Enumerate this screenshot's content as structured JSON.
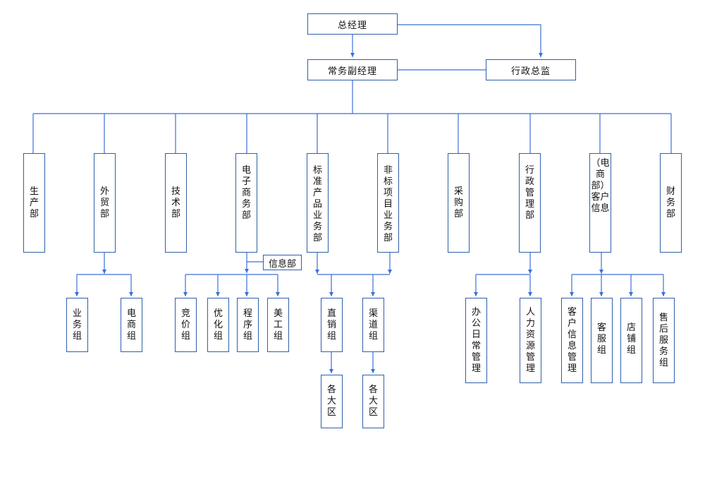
{
  "nodes": {
    "gm": "总经理",
    "deputy": "常务副经理",
    "admin_director": "行政总监",
    "production": "生产部",
    "foreign_trade": "外贸部",
    "tech": "技术部",
    "ecommerce": "电子商务部",
    "standard_biz": "标准产品业务部",
    "nonstandard_biz": "非标项目业务部",
    "purchase": "采购部",
    "admin_mgmt": "行政管理部",
    "customer_info": "（电商部）客户信息",
    "finance": "财务部",
    "info_dept": "信息部",
    "biz_group": "业务组",
    "ec_group": "电商组",
    "bid_group": "竞价组",
    "opt_group": "优化组",
    "prog_group": "程序组",
    "art_group": "美工组",
    "direct_sales": "直销组",
    "channel_group": "渠道组",
    "region_1": "各大区",
    "region_2": "各大区",
    "office_daily": "办公日常管理",
    "hr": "人力资源管理",
    "cust_info_mgmt": "客户信息管理",
    "cs_group": "客服组",
    "shop_group": "店铺组",
    "after_sales": "售后服务组"
  },
  "colors": {
    "line": "#3b6fd8",
    "box_border": "#2f5fa8"
  }
}
